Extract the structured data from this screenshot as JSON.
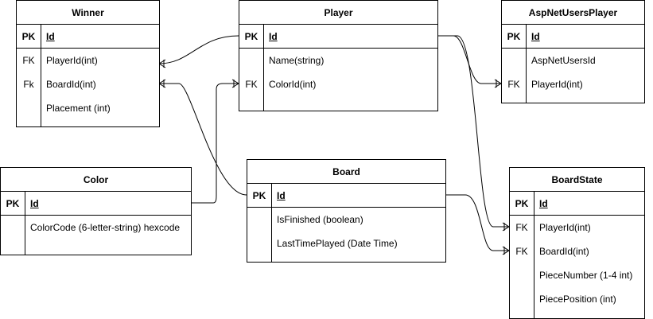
{
  "entities": {
    "winner": {
      "title": "Winner",
      "rows": [
        {
          "key": "PK",
          "field": "Id"
        },
        {
          "key": "FK",
          "field": "PlayerId(int)"
        },
        {
          "key": "Fk",
          "field": "BoardId(int)"
        },
        {
          "key": "",
          "field": "Placement (int)"
        }
      ]
    },
    "player": {
      "title": "Player",
      "rows": [
        {
          "key": "PK",
          "field": "Id"
        },
        {
          "key": "",
          "field": "Name(string)"
        },
        {
          "key": "FK",
          "field": "ColorId(int)"
        }
      ]
    },
    "aspnetusersplayer": {
      "title": "AspNetUsersPlayer",
      "rows": [
        {
          "key": "PK",
          "field": "Id"
        },
        {
          "key": "",
          "field": "AspNetUsersId"
        },
        {
          "key": "FK",
          "field": "PlayerId(int)"
        }
      ]
    },
    "color": {
      "title": "Color",
      "rows": [
        {
          "key": "PK",
          "field": "Id"
        },
        {
          "key": "",
          "field": "ColorCode (6-letter-string) hexcode"
        }
      ]
    },
    "board": {
      "title": "Board",
      "rows": [
        {
          "key": "PK",
          "field": "Id"
        },
        {
          "key": "",
          "field": "IsFinished (boolean)"
        },
        {
          "key": "",
          "field": "LastTimePlayed (Date Time)"
        }
      ]
    },
    "boardstate": {
      "title": "BoardState",
      "rows": [
        {
          "key": "PK",
          "field": "Id"
        },
        {
          "key": "FK",
          "field": "PlayerId(int)"
        },
        {
          "key": "FK",
          "field": "BoardId(int)"
        },
        {
          "key": "",
          "field": "PieceNumber (1-4 int)"
        },
        {
          "key": "",
          "field": "PiecePosition (int)"
        }
      ]
    }
  }
}
